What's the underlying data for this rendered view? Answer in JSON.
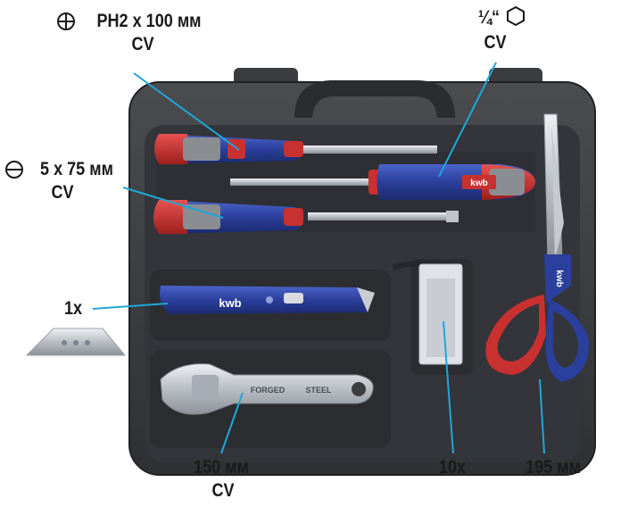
{
  "labels": {
    "phillips": {
      "line1": "PH2 x 100 мм",
      "line2": "CV"
    },
    "bit": {
      "line1": "¼“",
      "line2": "CV"
    },
    "slotted": {
      "line1": "5 x 75 мм",
      "line2": "CV"
    },
    "knife": {
      "line1": "1x"
    },
    "wrench": {
      "line1": "150 мм",
      "line2": "CV"
    },
    "blades": {
      "line1": "10x"
    },
    "scissors": {
      "line1": "195 мм"
    }
  },
  "brand": "kwb",
  "wrench_text": {
    "left": "FORGED",
    "right": "STEEL"
  },
  "colors": {
    "case": "#3b3d40",
    "tray": "#2d2f32",
    "handle_blue": "#2b3f9c",
    "handle_red": "#c8312f",
    "handle_grey": "#8a8d92",
    "leader": "#1fa7d8",
    "steel": "#cfd3d8"
  },
  "icons": [
    "phillips-circle-icon",
    "hexagon-icon",
    "slot-circle-icon"
  ]
}
